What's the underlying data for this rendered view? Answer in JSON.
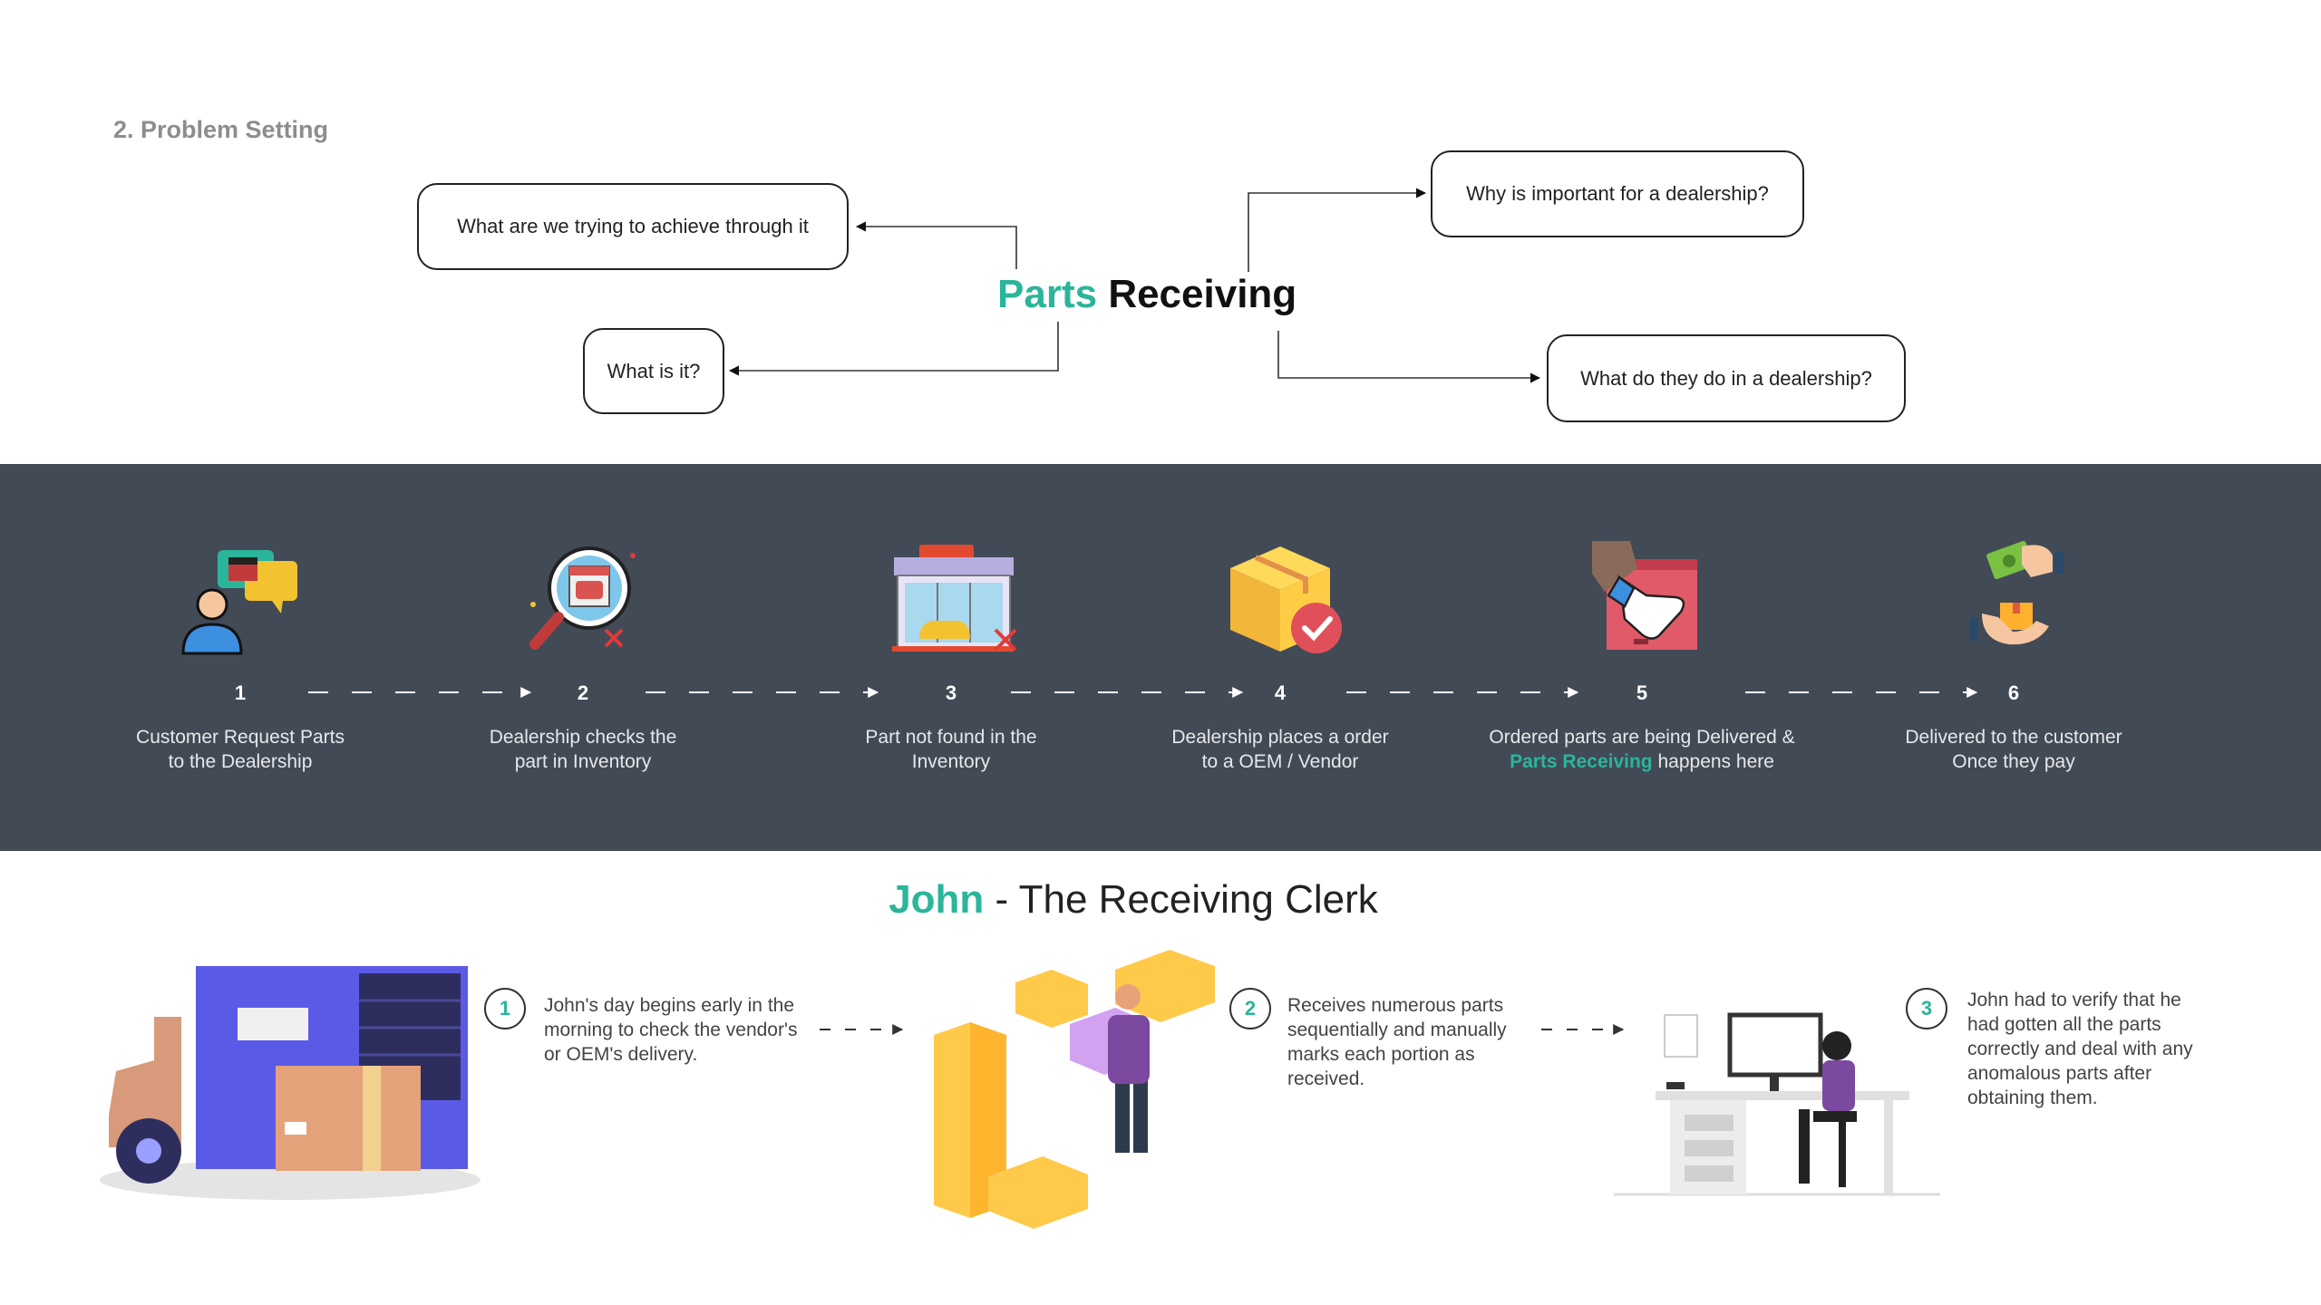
{
  "header": {
    "section_label": "2. Problem Setting"
  },
  "center_title": {
    "accent": "Parts",
    "rest": "Receiving"
  },
  "questions": [
    "What are we trying to achieve through it",
    "What is it?",
    "Why is important for a dealership?",
    "What do they do in a dealership?"
  ],
  "process_steps": [
    {
      "number": "1",
      "line1": "Customer Request Parts",
      "line2": "to the Dealership",
      "icon": "customer-chat-icon"
    },
    {
      "number": "2",
      "line1": "Dealership checks the",
      "line2": "part in Inventory",
      "icon": "inventory-search-icon"
    },
    {
      "number": "3",
      "line1": "Part not found in the",
      "line2": "Inventory",
      "icon": "store-not-found-icon"
    },
    {
      "number": "4",
      "line1": "Dealership places a order",
      "line2": "to a OEM / Vendor",
      "icon": "box-check-icon"
    },
    {
      "number": "5",
      "line1": "Ordered parts are being Delivered &",
      "line2_accent": "Parts Receiving",
      "line2_rest": " happens here",
      "icon": "delivery-handover-icon"
    },
    {
      "number": "6",
      "line1": "Delivered to the customer",
      "line2": "Once they pay",
      "icon": "payment-exchange-icon"
    }
  ],
  "john": {
    "title_accent": "John",
    "title_rest": " - The Receiving Clerk",
    "steps": [
      {
        "number": "1",
        "text": "John's day begins early in the morning to check the vendor's or OEM's delivery."
      },
      {
        "number": "2",
        "text": "Receives numerous parts sequentially and manually marks each portion as received."
      },
      {
        "number": "3",
        "text": "John had to verify that he had gotten all the parts correctly and deal with any anomalous parts after obtaining them."
      }
    ]
  },
  "colors": {
    "accent": "#2bb59a",
    "band": "#424a56",
    "text": "#222222",
    "muted": "#8d8d8d"
  }
}
